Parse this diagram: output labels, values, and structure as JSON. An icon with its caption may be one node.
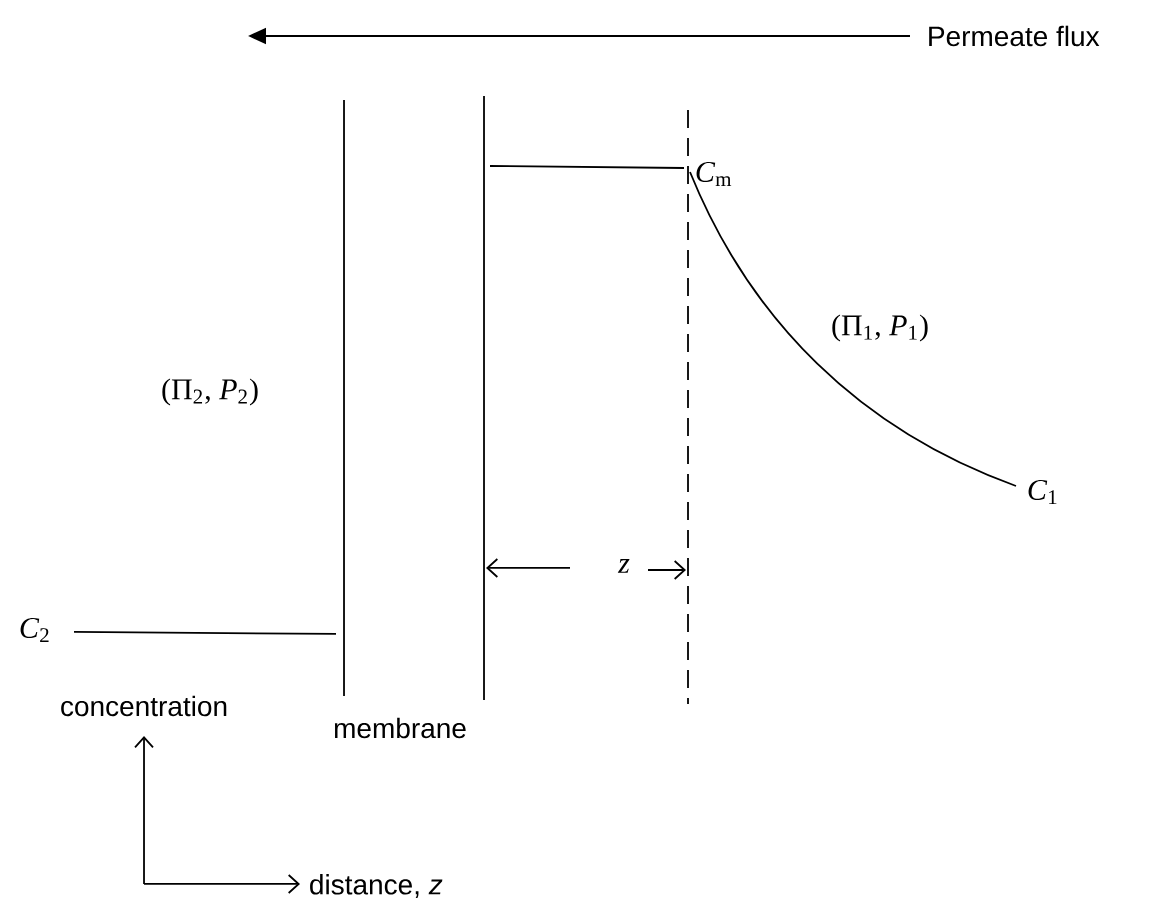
{
  "diagram": {
    "labels": [
      "Permeate flux",
      "*C*$_{m}$",
      "(Π$_{1}$, *P*$_{1}$)",
      "(Π$_{2}$, *P*$_{2}$)",
      "*C*$_{1}$",
      "*z*",
      "*C*$_{2}$",
      "concentration",
      "membrane",
      "distance, *z*"
    ]
  }
}
